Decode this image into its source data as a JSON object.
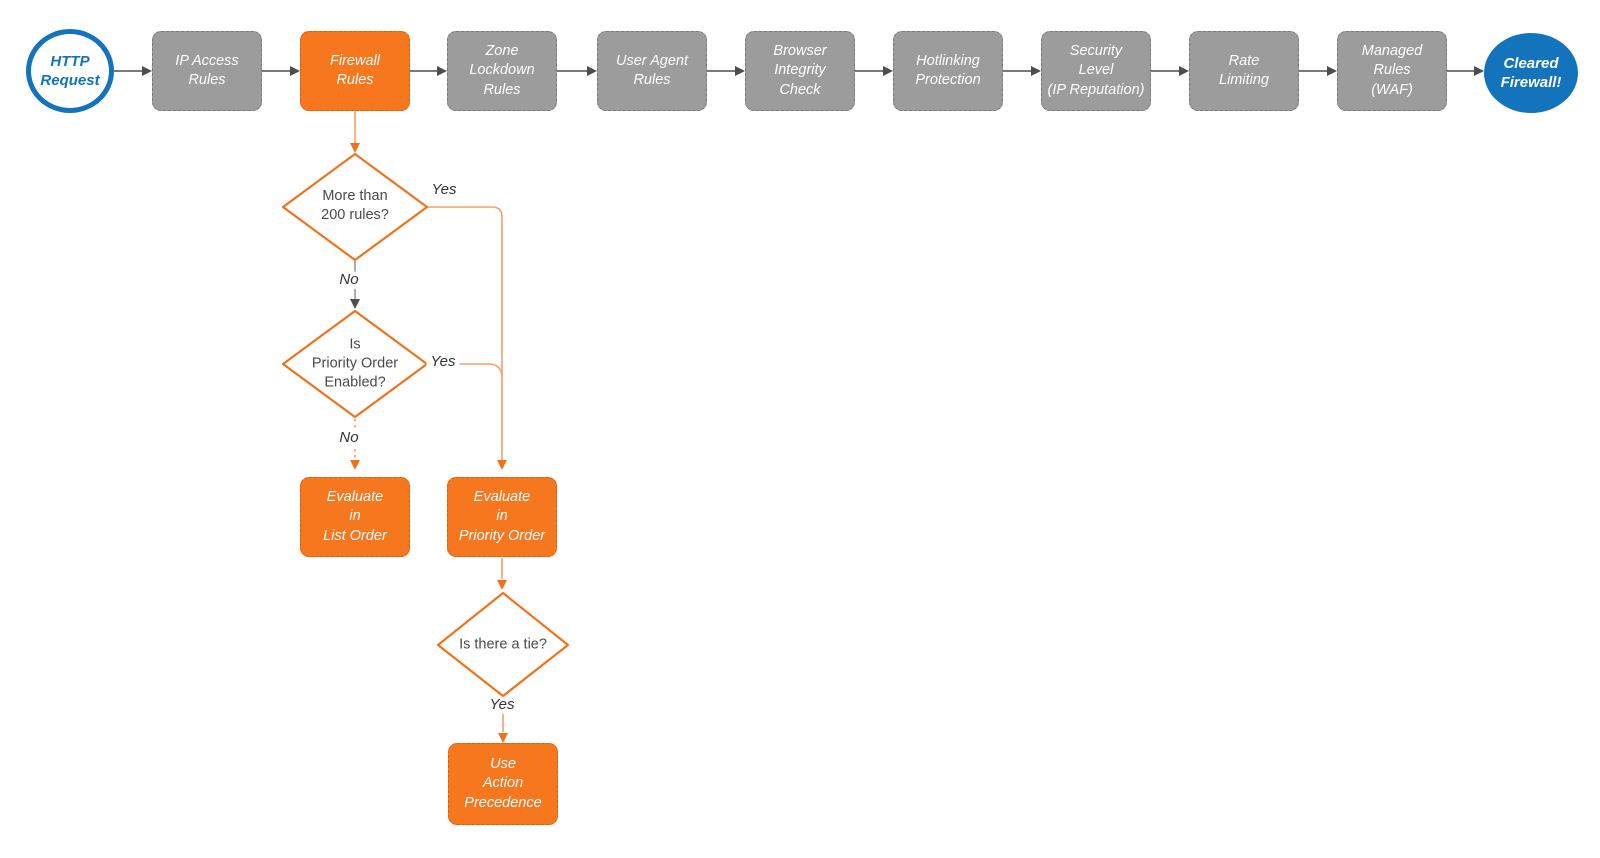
{
  "flow": {
    "start_label": "HTTP\nRequest",
    "steps": [
      {
        "label": "IP Access\nRules",
        "highlighted": false
      },
      {
        "label": "Firewall\nRules",
        "highlighted": true
      },
      {
        "label": "Zone\nLockdown\nRules",
        "highlighted": false
      },
      {
        "label": "User Agent\nRules",
        "highlighted": false
      },
      {
        "label": "Browser\nIntegrity\nCheck",
        "highlighted": false
      },
      {
        "label": "Hotlinking\nProtection",
        "highlighted": false
      },
      {
        "label": "Security\nLevel\n(IP Reputation)",
        "highlighted": false
      },
      {
        "label": "Rate\nLimiting",
        "highlighted": false
      },
      {
        "label": "Managed\nRules\n(WAF)",
        "highlighted": false
      }
    ],
    "end_label": "Cleared\nFirewall!"
  },
  "decisions": {
    "more_than_200_rules": {
      "question": "More than\n200 rules?",
      "yes_label": "Yes",
      "no_label": "No"
    },
    "priority_order_enabled": {
      "question": "Is\nPriority Order\nEnabled?",
      "yes_label": "Yes",
      "no_label": "No"
    },
    "tie": {
      "question": "Is there a tie?",
      "yes_label": "Yes"
    }
  },
  "outcomes": {
    "list_order": "Evaluate\nin\nList Order",
    "priority_order": "Evaluate\nin\nPriority Order",
    "action_precedence": "Use\nAction\nPrecedence"
  },
  "colors": {
    "accent_orange": "#f7771f",
    "connector_orange": "#f79f6b",
    "node_gray": "#9c9c9c",
    "accent_blue": "#1474bb",
    "connector_dark_gray": "#4d4d4d",
    "text_dark": "#4a4a4a"
  }
}
